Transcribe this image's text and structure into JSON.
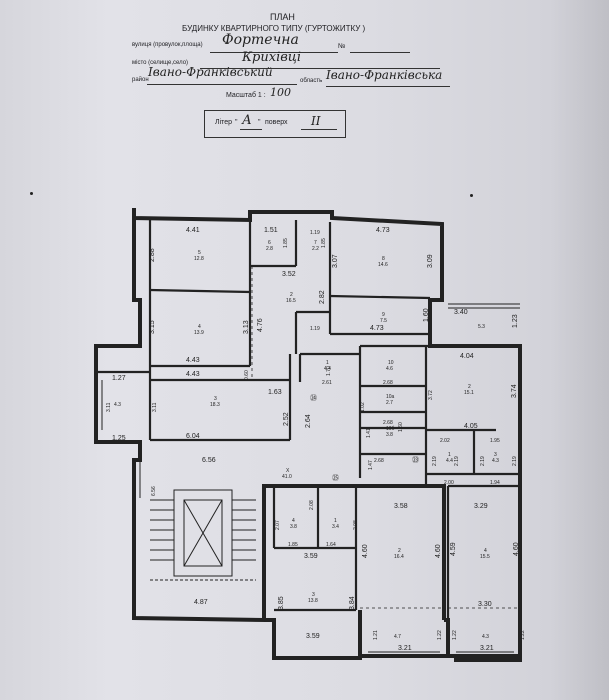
{
  "header": {
    "title": "ПЛАН",
    "subtitle": "БУДИНКУ КВАРТИРНОГО ТИПУ (ГУРТОЖИТКУ )",
    "street_label": "вулиця (провулок,площа)",
    "street_value": "Фортечна",
    "number_label": "№",
    "city_label": "місто (селище,село)",
    "city_value": "Крихівці",
    "district_label": "район",
    "district_value": "Івано-Франківський",
    "region_label": "область",
    "region_value": "Івано-Франківська",
    "scale_label": "Масштаб 1 :",
    "scale_value": "100"
  },
  "litera_box": {
    "litera_label": "Літер",
    "litera_open_quote": "\"",
    "litera_value": "А",
    "litera_close_quote": "\"",
    "floor_label": "поверх",
    "floor_value": "II"
  },
  "plan": {
    "dims": [
      {
        "id": "d1",
        "text": "4.41"
      },
      {
        "id": "d2",
        "text": "1.51"
      },
      {
        "id": "d3",
        "text": "1.19"
      },
      {
        "id": "d4",
        "text": "4.73"
      },
      {
        "id": "d5",
        "text": "2.88"
      },
      {
        "id": "d6",
        "text": "1.85"
      },
      {
        "id": "d7",
        "text": "1.85"
      },
      {
        "id": "d8",
        "text": "3.07"
      },
      {
        "id": "d9",
        "text": "3.09"
      },
      {
        "id": "d10",
        "text": "3.52"
      },
      {
        "id": "d11",
        "text": "2.82"
      },
      {
        "id": "d12",
        "text": "3.15"
      },
      {
        "id": "d13",
        "text": "3.13"
      },
      {
        "id": "d14",
        "text": "4.76"
      },
      {
        "id": "d15",
        "text": "1.19"
      },
      {
        "id": "d16",
        "text": "4.73"
      },
      {
        "id": "d17",
        "text": "1.60"
      },
      {
        "id": "d18",
        "text": "3.40"
      },
      {
        "id": "d19",
        "text": "1.23"
      },
      {
        "id": "d20",
        "text": "4.43"
      },
      {
        "id": "d21",
        "text": "4.43"
      },
      {
        "id": "d22",
        "text": "0.60"
      },
      {
        "id": "d23",
        "text": "1.70"
      },
      {
        "id": "d24",
        "text": "2.61"
      },
      {
        "id": "d25",
        "text": "2.68"
      },
      {
        "id": "d26",
        "text": "4.04"
      },
      {
        "id": "d27",
        "text": "1.27"
      },
      {
        "id": "d28",
        "text": "3.11"
      },
      {
        "id": "d29",
        "text": "3.11"
      },
      {
        "id": "d30",
        "text": "1.63"
      },
      {
        "id": "d31",
        "text": "1.02"
      },
      {
        "id": "d32",
        "text": "3.72"
      },
      {
        "id": "d33",
        "text": "3.74"
      },
      {
        "id": "d34",
        "text": "2.68"
      },
      {
        "id": "d35",
        "text": "1.25"
      },
      {
        "id": "d36",
        "text": "6.04"
      },
      {
        "id": "d37",
        "text": "2.52"
      },
      {
        "id": "d38",
        "text": "2.64"
      },
      {
        "id": "d39",
        "text": "1.41"
      },
      {
        "id": "d40",
        "text": "1.60"
      },
      {
        "id": "d41",
        "text": "2.68"
      },
      {
        "id": "d42",
        "text": "4.05"
      },
      {
        "id": "d43",
        "text": "2.02"
      },
      {
        "id": "d44",
        "text": "1.95"
      },
      {
        "id": "d45",
        "text": "6.56"
      },
      {
        "id": "d46",
        "text": "1.47"
      },
      {
        "id": "d47",
        "text": "2.19"
      },
      {
        "id": "d48",
        "text": "2.19"
      },
      {
        "id": "d49",
        "text": "2.19"
      },
      {
        "id": "d50",
        "text": "2.19"
      },
      {
        "id": "d51",
        "text": "2.00"
      },
      {
        "id": "d52",
        "text": "1.94"
      },
      {
        "id": "d53",
        "text": "6.56"
      },
      {
        "id": "d54",
        "text": "2.08"
      },
      {
        "id": "d55",
        "text": "3.58"
      },
      {
        "id": "d56",
        "text": "3.29"
      },
      {
        "id": "d57",
        "text": "2.07"
      },
      {
        "id": "d58",
        "text": "2.08"
      },
      {
        "id": "d59",
        "text": "1.85"
      },
      {
        "id": "d60",
        "text": "1.64"
      },
      {
        "id": "d61",
        "text": "3.59"
      },
      {
        "id": "d62",
        "text": "4.60"
      },
      {
        "id": "d63",
        "text": "4.60"
      },
      {
        "id": "d64",
        "text": "4.59"
      },
      {
        "id": "d65",
        "text": "4.60"
      },
      {
        "id": "d66",
        "text": "3.85"
      },
      {
        "id": "d67",
        "text": "3.84"
      },
      {
        "id": "d68",
        "text": "4.87"
      },
      {
        "id": "d69",
        "text": "3.30"
      },
      {
        "id": "d70",
        "text": "1.21"
      },
      {
        "id": "d71",
        "text": "1.22"
      },
      {
        "id": "d72",
        "text": "1.22"
      },
      {
        "id": "d73",
        "text": "1.22"
      },
      {
        "id": "d74",
        "text": "3.59"
      },
      {
        "id": "d75",
        "text": "3.21"
      },
      {
        "id": "d76",
        "text": "3.21"
      }
    ],
    "rooms": [
      {
        "id": "r5",
        "num": "5",
        "area": "12.8"
      },
      {
        "id": "r6",
        "num": "6",
        "area": "2.8"
      },
      {
        "id": "r7",
        "num": "7",
        "area": "2.2"
      },
      {
        "id": "r8",
        "num": "8",
        "area": "14.6"
      },
      {
        "id": "r2a",
        "num": "2",
        "area": "16.5"
      },
      {
        "id": "r4a",
        "num": "4",
        "area": "13.9"
      },
      {
        "id": "r9",
        "num": "9",
        "area": "7.5"
      },
      {
        "id": "rbal1",
        "num": "",
        "area": "5.3"
      },
      {
        "id": "r1a",
        "num": "1",
        "area": "4.4"
      },
      {
        "id": "r10",
        "num": "10",
        "area": "4.6"
      },
      {
        "id": "r2b",
        "num": "2",
        "area": "15.1"
      },
      {
        "id": "rbal2",
        "num": "",
        "area": "4.3"
      },
      {
        "id": "r3a",
        "num": "3",
        "area": "18.3"
      },
      {
        "id": "r10a",
        "num": "10а",
        "area": "2.7"
      },
      {
        "id": "r10b",
        "num": "10б",
        "area": "3.8"
      },
      {
        "id": "r1b",
        "num": "1",
        "area": "4.4"
      },
      {
        "id": "r3b",
        "num": "3",
        "area": "4.3"
      },
      {
        "id": "rX",
        "num": "X",
        "area": "41.0"
      },
      {
        "id": "r4b",
        "num": "4",
        "area": "3.8"
      },
      {
        "id": "r1c",
        "num": "1",
        "area": "3.4"
      },
      {
        "id": "r2c",
        "num": "2",
        "area": "16.4"
      },
      {
        "id": "r4c",
        "num": "4",
        "area": "15.5"
      },
      {
        "id": "r3c",
        "num": "3",
        "area": "13.8"
      },
      {
        "id": "rbal3",
        "num": "",
        "area": "4.7"
      },
      {
        "id": "rbal4",
        "num": "",
        "area": "4.3"
      }
    ],
    "marks": [
      {
        "id": "m1",
        "text": "㉔"
      },
      {
        "id": "m2",
        "text": "㉓"
      },
      {
        "id": "m3",
        "text": "㉕"
      }
    ]
  }
}
